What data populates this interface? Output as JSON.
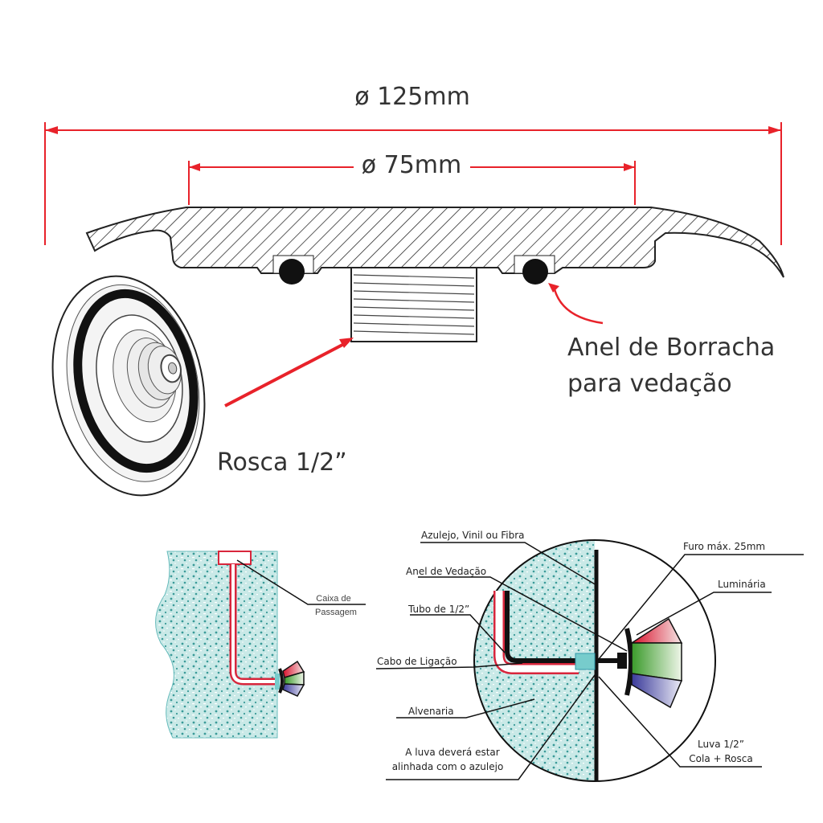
{
  "top_diagram": {
    "outer_diameter": "ø 125mm",
    "inner_diameter": "ø 75mm",
    "seal_label_line1": "Anel de Borracha",
    "seal_label_line2": "para vedação",
    "thread_label": "Rosca 1/2”"
  },
  "install_small": {
    "box_label_line1": "Caixa de",
    "box_label_line2": "Passagem"
  },
  "install_detail": {
    "labels": {
      "tile": "Azulejo, Vinil ou Fibra",
      "seal": "Anel de Vedação",
      "tube": "Tubo de 1/2”",
      "cable": "Cabo de Ligação",
      "masonry": "Alvenaria",
      "align_line1": "A luva deverá estar",
      "align_line2": "alinhada com o azulejo",
      "hole": "Furo máx. 25mm",
      "lamp": "Luminária",
      "sleeve_line1": "Luva 1/2”",
      "sleeve_line2": "Cola + Rosca"
    }
  },
  "colors": {
    "dimension": "#e8222a",
    "masonry": "#bfe3e3",
    "pipe": "#d8263c"
  }
}
